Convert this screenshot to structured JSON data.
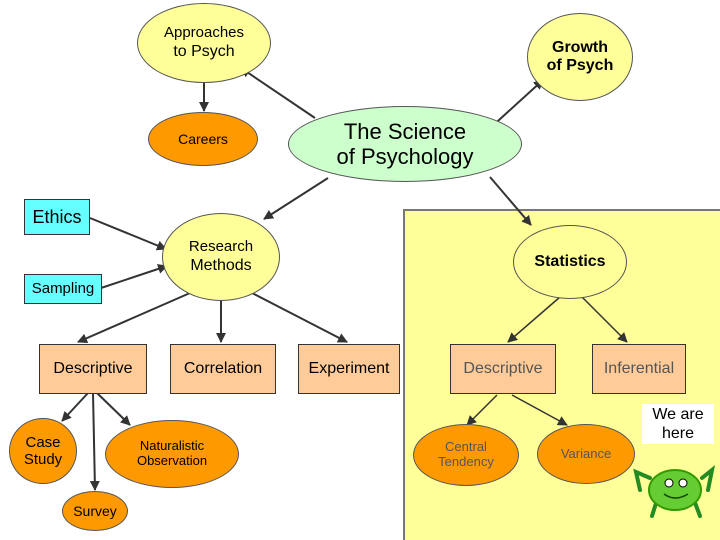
{
  "nodes": {
    "approaches": {
      "line1": "Approaches",
      "line2": "to Psych"
    },
    "growth": {
      "line1": "Growth",
      "line2": "of Psych"
    },
    "careers": "Careers",
    "science": {
      "line1": "The Science",
      "line2": "of Psychology"
    },
    "ethics": "Ethics",
    "research": {
      "line1": "Research",
      "line2": "Methods"
    },
    "sampling": "Sampling",
    "statistics": "Statistics",
    "descriptive_method": "Descriptive",
    "correlation": "Correlation",
    "experiment": "Experiment",
    "descriptive_stats": "Descriptive",
    "inferential": "Inferential",
    "case_study": {
      "line1": "Case",
      "line2": "Study"
    },
    "naturalistic": {
      "line1": "Naturalistic",
      "line2": "Observation"
    },
    "survey": "Survey",
    "central": {
      "line1": "Central",
      "line2": "Tendency"
    },
    "variance": "Variance",
    "we_are_here": {
      "line1": "We are",
      "line2": "here"
    }
  },
  "colors": {
    "yellow": "#ffff99",
    "orange": "#ff9900",
    "salmon": "#ffcc99",
    "green": "#ccffcc",
    "cyan": "#66ffff",
    "frog": "#66cc33"
  }
}
